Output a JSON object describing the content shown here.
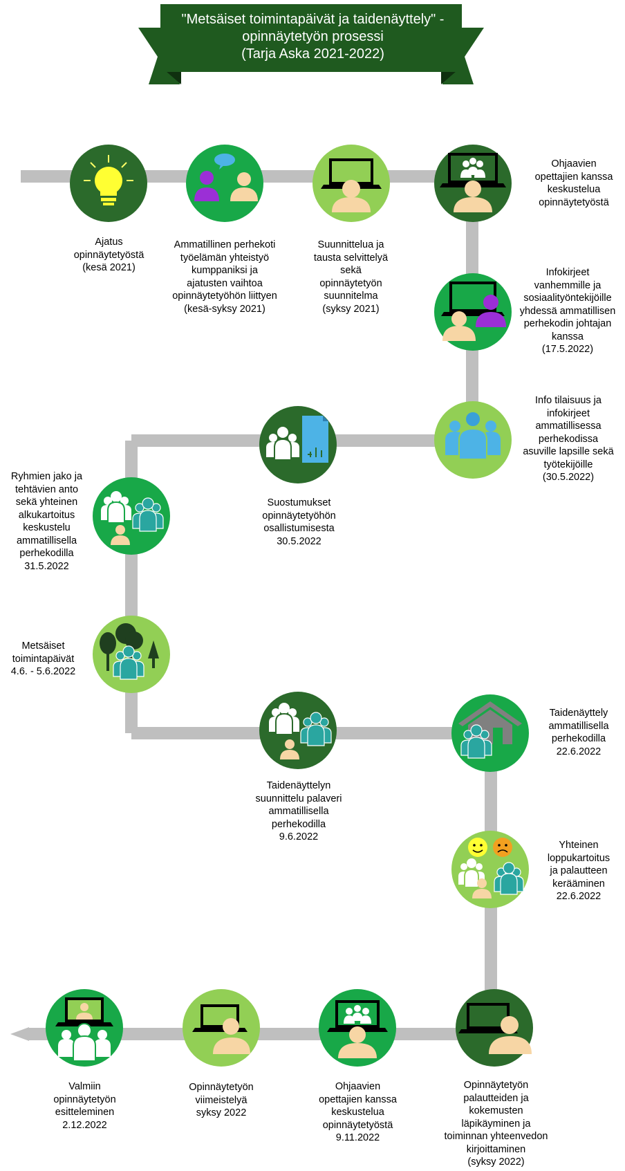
{
  "title": "\"Metsäiset toimintapäivät ja taidenäyttely\" -\nopinnäytetyön prosessi\n(Tarja Aska 2021-2022)",
  "colors": {
    "dark_green": "#2b6a2b",
    "mid_green": "#18a848",
    "light_green": "#92cf55",
    "path_gray": "#bfbfbf",
    "banner_green": "#1f5a1f",
    "skin": "#f7d6a5",
    "teal": "#2aa6a0",
    "purple": "#9b2fd6",
    "sky_blue": "#4db3e6",
    "house_gray": "#808080"
  },
  "steps": [
    {
      "id": "s1",
      "label": "Ajatus\nopinnäytetyöstä\n(kesä 2021)",
      "icon": "lightbulb-icon",
      "color": "dark_green"
    },
    {
      "id": "s2",
      "label": "Ammatillinen perhekoti\ntyöelämän yhteistyö\nkumppaniksi ja\najatusten vaihtoa\nopinnäytetyöhön liittyen\n(kesä-syksy 2021)",
      "icon": "conversation-icon",
      "color": "mid_green"
    },
    {
      "id": "s3",
      "label": "Suunnittelua ja\ntausta selvittelyä\nsekä\nopinnäytetyön\nsuunnitelma\n(syksy 2021)",
      "icon": "laptop-user-icon",
      "color": "light_green"
    },
    {
      "id": "s4",
      "label": "Ohjaavien\nopettajien kanssa\nkeskustelua\nopinnäytetyöstä",
      "icon": "video-meeting-icon",
      "color": "dark_green"
    },
    {
      "id": "s5",
      "label": "Infokirjeet\nvanhemmille ja\nsosiaalityöntekijöille\nyhdessä ammatillisen\nperhekodin johtajan\nkanssa\n(17.5.2022)",
      "icon": "laptop-two-users-icon",
      "color": "mid_green"
    },
    {
      "id": "s6",
      "label": "Info tilaisuus ja\ninfokirjeet\nammatillisessa\nperhekodissa\nasuville lapsille sekä\ntyötekijöille\n(30.5.2022)",
      "icon": "group-icon",
      "color": "light_green"
    },
    {
      "id": "s7",
      "label": "Suostumukset\nopinnäytetyöhön\nosallistumisesta\n30.5.2022",
      "icon": "group-document-icon",
      "color": "dark_green"
    },
    {
      "id": "s8",
      "label": "Ryhmien jako ja\ntehtävien anto\nsekä yhteinen\nalkukartoitus\nkeskustelu\nammatillisella\nperhekodilla\n31.5.2022",
      "icon": "groups-icon",
      "color": "mid_green"
    },
    {
      "id": "s9",
      "label": "Metsäiset\ntoimintapäivät\n4.6. - 5.6.2022",
      "icon": "forest-group-icon",
      "color": "light_green"
    },
    {
      "id": "s10",
      "label": "Taidenäyttelyn\nsuunnittelu palaveri\nammatillisella\nperhekodilla\n9.6.2022",
      "icon": "groups-icon",
      "color": "dark_green"
    },
    {
      "id": "s11",
      "label": "Taidenäyttely\nammatillisella\nperhekodilla\n22.6.2022",
      "icon": "house-group-icon",
      "color": "mid_green"
    },
    {
      "id": "s12",
      "label": "Yhteinen\nloppukartoitus\nja palautteen\nkerääminen\n22.6.2022",
      "icon": "feedback-faces-icon",
      "color": "light_green"
    },
    {
      "id": "s13",
      "label": "Opinnäytetyön\npalautteiden ja\nkokemusten\nläpikäyminen ja\ntoiminnan yhteenvedon\nkirjoittaminen\n(syksy 2022)",
      "icon": "laptop-user-icon",
      "color": "dark_green"
    },
    {
      "id": "s14",
      "label": "Ohjaavien\nopettajien kanssa\nkeskustelua\nopinnäytetyöstä\n9.11.2022",
      "icon": "video-meeting-icon",
      "color": "mid_green"
    },
    {
      "id": "s15",
      "label": "Opinnäytetyön\nviimeistelyä\nsyksy 2022",
      "icon": "laptop-user-icon",
      "color": "light_green"
    },
    {
      "id": "s16",
      "label": "Valmiin\nopinnäytetyön\nesitteleminen\n2.12.2022",
      "icon": "presentation-icon",
      "color": "mid_green"
    }
  ]
}
